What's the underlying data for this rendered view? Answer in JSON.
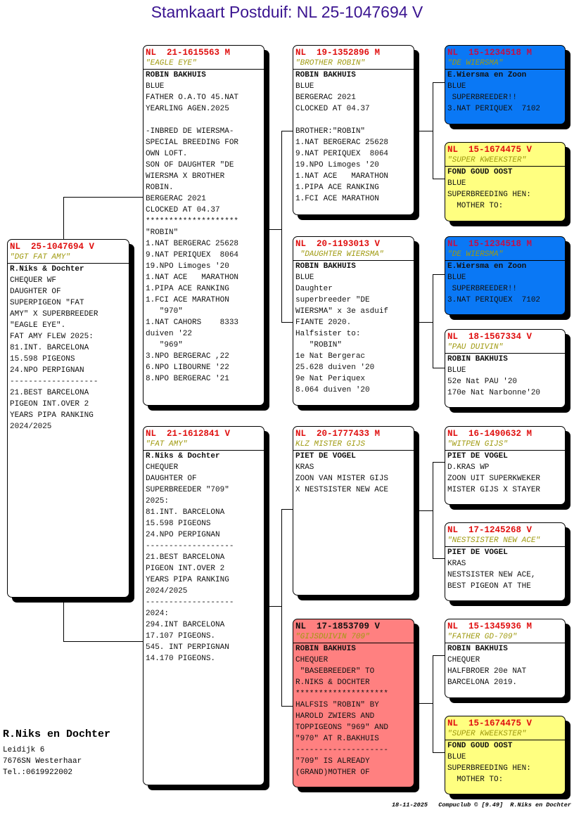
{
  "title": "Stamkaart Postduif: NL  25-1047694 V",
  "cards": [
    {
      "id": "c0",
      "ring": "NL  25-1047694 V",
      "name": "\"DGT FAT AMY\"",
      "bg": "#ffffff",
      "ring_color": "#e01010",
      "lines": [
        "R.Niks & Dochter",
        "CHEQUER WF",
        "DAUGHTER OF",
        "SUPERPIGEON \"FAT",
        "AMY\" X SUPERBREEDER",
        "\"EAGLE EYE\".",
        "FAT AMY FLEW 2025:",
        "81.INT. BARCELONA",
        "15.598 PIGEONS",
        "24.NPO PERPIGNAN",
        "-------------------",
        "21.BEST BARCELONA",
        "PIGEON INT.OVER 2",
        "YEARS PIPA RANKING",
        "2024/2025"
      ]
    },
    {
      "id": "c1",
      "ring": "NL  21-1615563 M",
      "name": "\"EAGLE EYE\"",
      "bg": "#ffffff",
      "ring_color": "#e01010",
      "lines": [
        "ROBIN BAKHUIS",
        "BLUE",
        "FATHER O.A.TO 45.NAT",
        "YEARLING AGEN.2025",
        "",
        "-INBRED DE WIERSMA-",
        "SPECIAL BREEDING FOR",
        "OWN LOFT.",
        "SON OF DAUGHTER \"DE",
        "WIERSMA X BROTHER",
        "ROBIN.",
        "BERGERAC 2021",
        "CLOCKED AT 04.37",
        "********************",
        "\"ROBIN\"",
        "1.NAT BERGERAC 25628",
        "9.NAT PERIQUEX  8064",
        "19.NPO Limoges '20",
        "1.NAT ACE   MARATHON",
        "1.PIPA ACE RANKING",
        "1.FCI ACE MARATHON",
        "   \"970\"",
        "1.NAT CAHORS    8333",
        "duiven '22",
        "   \"969\"",
        "3.NPO BERGERAC ,22",
        "6.NPO LIBOURNE '22",
        "8.NPO BERGERAC '21"
      ]
    },
    {
      "id": "c2",
      "ring": "NL  21-1612841 V",
      "name": "\"FAT AMY\"",
      "bg": "#ffffff",
      "ring_color": "#e01010",
      "lines": [
        "R.Niks & Dochter",
        "CHEQUER",
        "DAUGHTER OF",
        "SUPERBREEDER \"709\"",
        "2025:",
        "81.INT. BARCELONA",
        "15.598 PIGEONS",
        "24.NPO PERPIGNAN",
        "-------------------",
        "21.BEST BARCELONA",
        "PIGEON INT.OVER 2",
        "YEARS PIPA RANKING",
        "2024/2025",
        "-------------------",
        "2024:",
        "294.INT BARCELONA",
        "17.107 PIGEONS.",
        "545. INT PERPIGNAN",
        "14.170 PIGEONS."
      ]
    },
    {
      "id": "c3",
      "ring": "NL  19-1352896 M",
      "name": "\"BROTHER ROBIN\"",
      "bg": "#ffffff",
      "ring_color": "#e01010",
      "lines": [
        "ROBIN BAKHUIS",
        "BLUE",
        "BERGERAC 2021",
        "CLOCKED AT 04.37",
        "",
        "BROTHER:\"ROBIN\"",
        "1.NAT BERGERAC 25628",
        "9.NAT PERIQUEX  8064",
        "19.NPO Limoges '20",
        "1.NAT ACE   MARATHON",
        "1.PIPA ACE RANKING",
        "1.FCI ACE MARATHON"
      ]
    },
    {
      "id": "c4",
      "ring": "NL  20-1193013 V",
      "name": " \"DAUGHTER WIERSMA\"",
      "bg": "#ffffff",
      "ring_color": "#e01010",
      "lines": [
        "ROBIN BAKHUIS",
        "BLUE",
        "Daughter",
        "superbreeder \"DE",
        "WIERSMA\" x 3e asduif",
        "FIANTE 2020.",
        "Halfsister to:",
        "   \"ROBIN\"",
        "1e Nat Bergerac",
        "25.628 duiven '20",
        "9e Nat Periquex",
        "8.064 duiven '20"
      ]
    },
    {
      "id": "c5",
      "ring": "NL  20-1777433 M",
      "name": "KLZ MISTER GIJS",
      "bg": "#ffffff",
      "ring_color": "#e01010",
      "lines": [
        "PIET DE VOGEL",
        "KRAS",
        "ZOON VAN MISTER GIJS",
        "X NESTSISTER NEW ACE"
      ]
    },
    {
      "id": "c6",
      "ring": "NL  17-1853709 V",
      "name": "\"GIJSDUIVIN 709\"",
      "bg": "#ff8080",
      "ring_color": "#111111",
      "lines": [
        "ROBIN BAKHUIS",
        "CHEQUER",
        " \"BASEBREEDER\" TO",
        "R.NIKS & DOCHTER",
        "********************",
        "HALFSIS \"ROBIN\" BY",
        "HAROLD ZWIERS AND",
        "TOPPIGEONS \"969\" AND",
        "\"970\" AT R.BAKHUIS",
        "--------------------",
        "\"709\" IS ALREADY",
        "(GRAND)MOTHER OF"
      ]
    },
    {
      "id": "c7",
      "ring": "NL  15-1234518 M",
      "name": "\"DE WIERSMA\"",
      "bg": "#0a78f5",
      "ring_color": "#c0104a",
      "lines": [
        "E.Wiersma en Zoon",
        "BLUE",
        " SUPERBREEDER!!",
        "3.NAT PERIQUEX  7102"
      ]
    },
    {
      "id": "c8",
      "ring": "NL  15-1674475 V",
      "name": "\"SUPER KWEEKSTER\"",
      "bg": "#ffff80",
      "ring_color": "#e01010",
      "lines": [
        "FOND GOUD OOST",
        "BLUE",
        "SUPERBREEDING HEN:",
        "  MOTHER TO:"
      ]
    },
    {
      "id": "c9",
      "ring": "NL  15-1234518 M",
      "name": "\"DE WIERSMA\"",
      "bg": "#0a78f5",
      "ring_color": "#c0104a",
      "lines": [
        "E.Wiersma en Zoon",
        "BLUE",
        " SUPERBREEDER!!",
        "3.NAT PERIQUEX  7102"
      ]
    },
    {
      "id": "c10",
      "ring": "NL  18-1567334 V",
      "name": "\"PAU DUIVIN\"",
      "bg": "#ffffff",
      "ring_color": "#e01010",
      "lines": [
        "ROBIN BAKHUIS",
        "BLUE",
        "52e Nat PAU '20",
        "170e Nat Narbonne'20"
      ]
    },
    {
      "id": "c11",
      "ring": "NL  16-1490632 M",
      "name": "\"WITPEN GIJS\"",
      "bg": "#ffffff",
      "ring_color": "#e01010",
      "lines": [
        "PIET DE VOGEL",
        "D.KRAS WP",
        "ZOON UIT SUPERKWEKER",
        "MISTER GIJS X STAYER"
      ]
    },
    {
      "id": "c12",
      "ring": "NL  17-1245268 V",
      "name": "\"NESTSISTER NEW ACE\"",
      "bg": "#ffffff",
      "ring_color": "#e01010",
      "lines": [
        "PIET DE VOGEL",
        "KRAS",
        "NESTSISTER NEW ACE,",
        "BEST PIGEON AT THE"
      ]
    },
    {
      "id": "c13",
      "ring": "NL  15-1345936 M",
      "name": "\"FATHER GD-709\"",
      "bg": "#ffffff",
      "ring_color": "#e01010",
      "lines": [
        "ROBIN BAKHUIS",
        "CHEQUER",
        "HALFBROER 20e NAT",
        "BARCELONA 2019."
      ]
    },
    {
      "id": "c14",
      "ring": "NL  15-1674475 V",
      "name": "\"SUPER KWEEKSTER\"",
      "bg": "#ffff80",
      "ring_color": "#e01010",
      "lines": [
        "FOND GOUD OOST",
        "BLUE",
        "SUPERBREEDING HEN:",
        "  MOTHER TO:"
      ]
    }
  ],
  "breeder": {
    "name": "R.Niks en Dochter",
    "address": "Leidijk 6",
    "city": "7676SN  Westerhaar",
    "phone": "Tel.:0619922002"
  },
  "footer": "18-11-2025   Compuclub © [9.49]  R.Niks en Dochter"
}
